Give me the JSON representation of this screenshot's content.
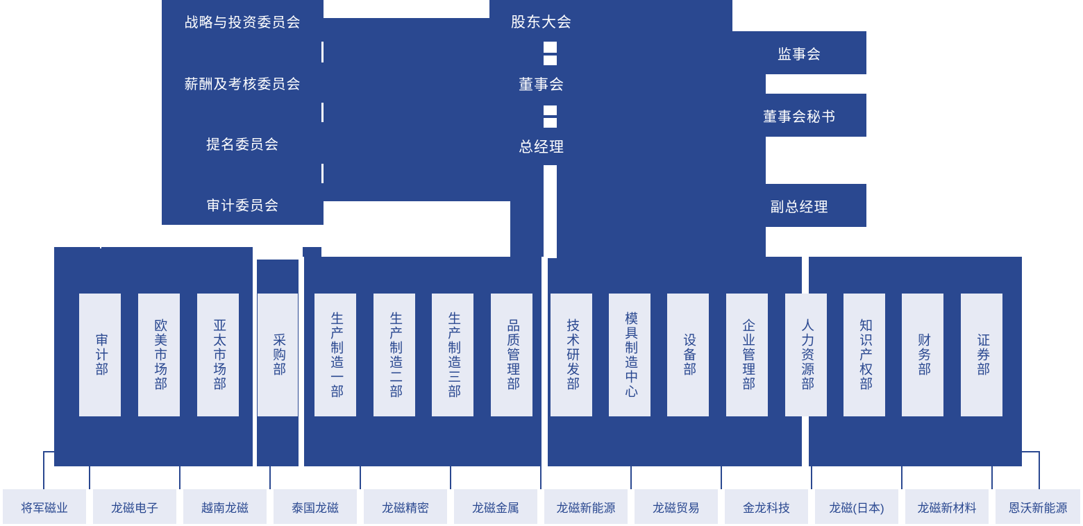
{
  "theme": {
    "field_blue": "#2a4890",
    "card_bg": "#e7eaf4",
    "card_text": "#2a4890",
    "node_text": "#ffffff",
    "page_bg": "#ffffff"
  },
  "governance": {
    "shareholders_meeting": "股东大会",
    "board_of_directors": "董事会",
    "general_manager": "总经理"
  },
  "committees": [
    {
      "id": "strategy",
      "label": "战略与投资委员会"
    },
    {
      "id": "remuneration",
      "label": "薪酬及考核委员会"
    },
    {
      "id": "nomination",
      "label": "提名委员会"
    },
    {
      "id": "audit",
      "label": "审计委员会"
    }
  ],
  "supervisory": [
    {
      "id": "supervisory-board",
      "label": "监事会"
    },
    {
      "id": "board-secretary",
      "label": "董事会秘书"
    },
    {
      "id": "deputy-general-manager",
      "label": "副总经理"
    }
  ],
  "departments": [
    {
      "id": "audit-dept",
      "label": "审计部"
    },
    {
      "id": "eu-us-market",
      "label": "欧美市场部"
    },
    {
      "id": "apac-market",
      "label": "亚太市场部"
    },
    {
      "id": "purchasing",
      "label": "采购部"
    },
    {
      "id": "manufacturing-1",
      "label": "生产制造一部"
    },
    {
      "id": "manufacturing-2",
      "label": "生产制造二部"
    },
    {
      "id": "manufacturing-3",
      "label": "生产制造三部"
    },
    {
      "id": "quality",
      "label": "品质管理部"
    },
    {
      "id": "rnd",
      "label": "技术研发部"
    },
    {
      "id": "mold-center",
      "label": "模具制造中心"
    },
    {
      "id": "equipment",
      "label": "设备部"
    },
    {
      "id": "enterprise-mgmt",
      "label": "企业管理部"
    },
    {
      "id": "hr",
      "label": "人力资源部"
    },
    {
      "id": "ip",
      "label": "知识产权部"
    },
    {
      "id": "finance",
      "label": "财务部"
    },
    {
      "id": "securities",
      "label": "证券部"
    }
  ],
  "subsidiaries": [
    {
      "id": "jiangjun-ciye",
      "label": "将军磁业"
    },
    {
      "id": "longci-dianzi",
      "label": "龙磁电子"
    },
    {
      "id": "vietnam-longci",
      "label": "越南龙磁"
    },
    {
      "id": "thailand-longci",
      "label": "泰国龙磁"
    },
    {
      "id": "longci-jingmi",
      "label": "龙磁精密"
    },
    {
      "id": "longci-jinshu",
      "label": "龙磁金属"
    },
    {
      "id": "longci-xinnengyuan",
      "label": "龙磁新能源"
    },
    {
      "id": "longci-maoyi",
      "label": "龙磁贸易"
    },
    {
      "id": "jinlong-keji",
      "label": "金龙科技"
    },
    {
      "id": "longci-japan",
      "label": "龙磁(日本)"
    },
    {
      "id": "longci-xincailiao",
      "label": "龙磁新材料"
    },
    {
      "id": "enwo-xinnengyuan",
      "label": "恩沃新能源"
    }
  ]
}
